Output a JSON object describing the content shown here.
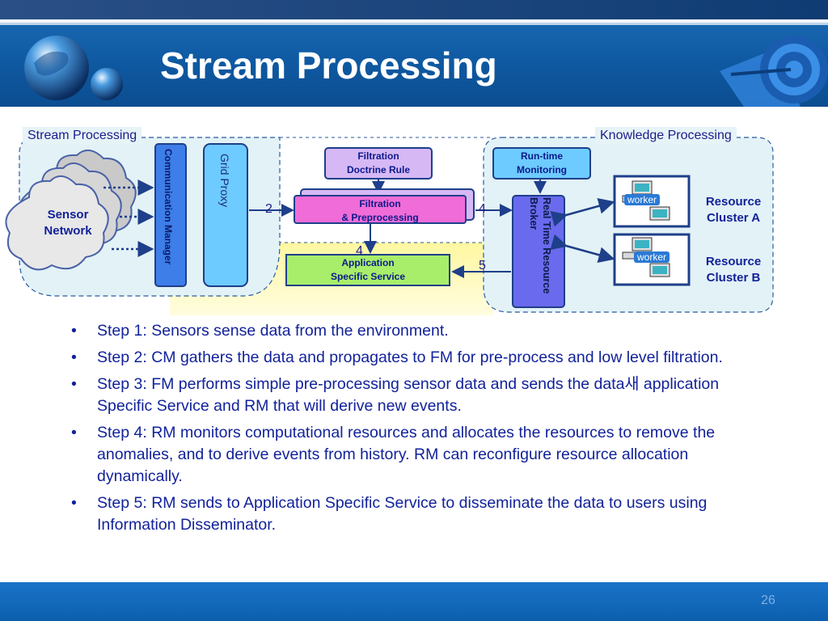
{
  "slide": {
    "title": "Stream Processing",
    "page_number": "26"
  },
  "diagram": {
    "stream_region_label": "Stream Processing",
    "knowledge_region_label": "Knowledge Processing",
    "sensor_network": "Sensor Network",
    "communication_manager": "Communication Manager",
    "grid_proxy": "Grid Proxy",
    "filtration_doctrine_rule": [
      "Filtration",
      "Doctrine Rule"
    ],
    "filtration_preprocessing": [
      "Filtration",
      "& Preprocessing"
    ],
    "application_specific_service": [
      "Application",
      "Specific Service"
    ],
    "runtime_monitoring": [
      "Run-time",
      "Monitoring"
    ],
    "rt_resource_broker": "Real Time Resource Broker",
    "worker_label": "worker",
    "cluster_a": [
      "Resource",
      "Cluster A"
    ],
    "cluster_b": [
      "Resource",
      "Cluster B"
    ],
    "step_numbers": {
      "two": "2",
      "four_top": "4",
      "four_bottom": "4",
      "five": "5"
    }
  },
  "bullets": [
    "Step 1: Sensors sense data from the environment.",
    "Step 2: CM gathers the data and propagates to FM for pre-process and low level filtration.",
    "Step 3: FM performs simple pre-processing sensor data and sends the data새 application Specific Service and RM that will derive new events.",
    "Step 4: RM monitors computational resources and allocates the resources to remove the anomalies, and to derive events from history. RM can reconfigure resource allocation dynamically.",
    "Step 5: RM sends to Application Specific Service to disseminate the data to users using Information Disseminator."
  ],
  "colors": {
    "header_blue": "#0f5aa3",
    "text_navy": "#12229a",
    "pink_box": "#f06cd8",
    "lavender_box": "#d6b8f5",
    "green_box": "#a8ee6a",
    "proxy_blue": "#6ecbff",
    "broker_purple": "#6a6aee"
  }
}
